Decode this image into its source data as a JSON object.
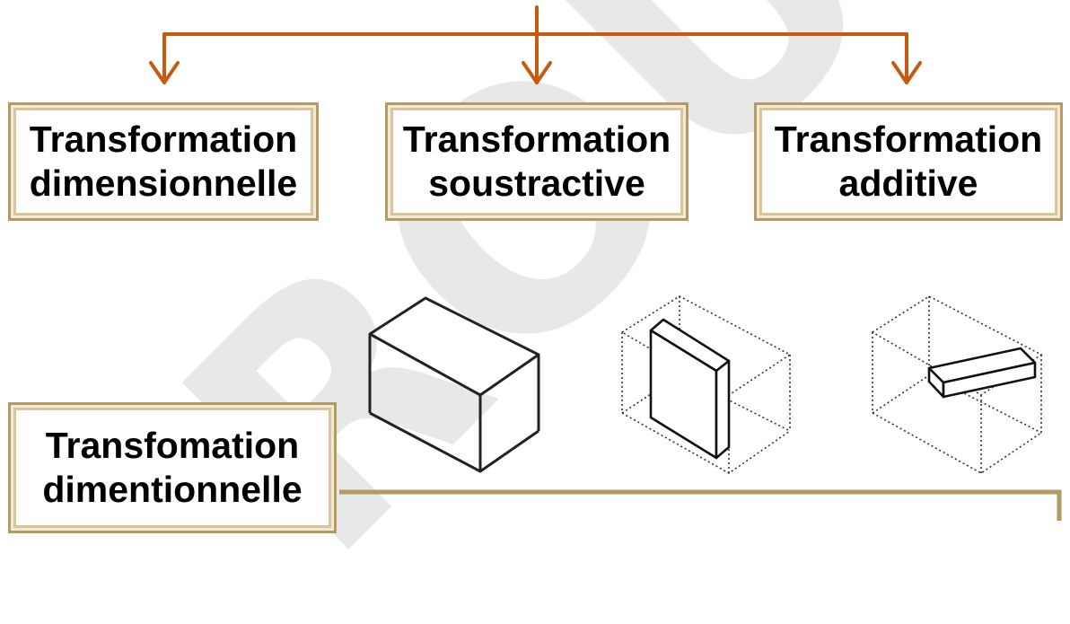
{
  "watermark": {
    "text": "ROU"
  },
  "boxes": [
    {
      "line1": "Transformation",
      "line2": "dimensionnelle"
    },
    {
      "line1": "Transformation",
      "line2": "soustractive"
    },
    {
      "line1": "Transformation",
      "line2": "additive"
    }
  ],
  "bottom_box": {
    "line1": "Transfomation",
    "line2": "dimentionnelle"
  },
  "colors": {
    "arrow": "#c55a11",
    "box_border": "#b49a63",
    "box_frame": "#f2ead7",
    "cube_line": "#222222"
  },
  "icons": [
    "arrow-down-icon",
    "solid-cube-icon",
    "cube-with-slab-icon",
    "cube-with-bar-icon"
  ]
}
